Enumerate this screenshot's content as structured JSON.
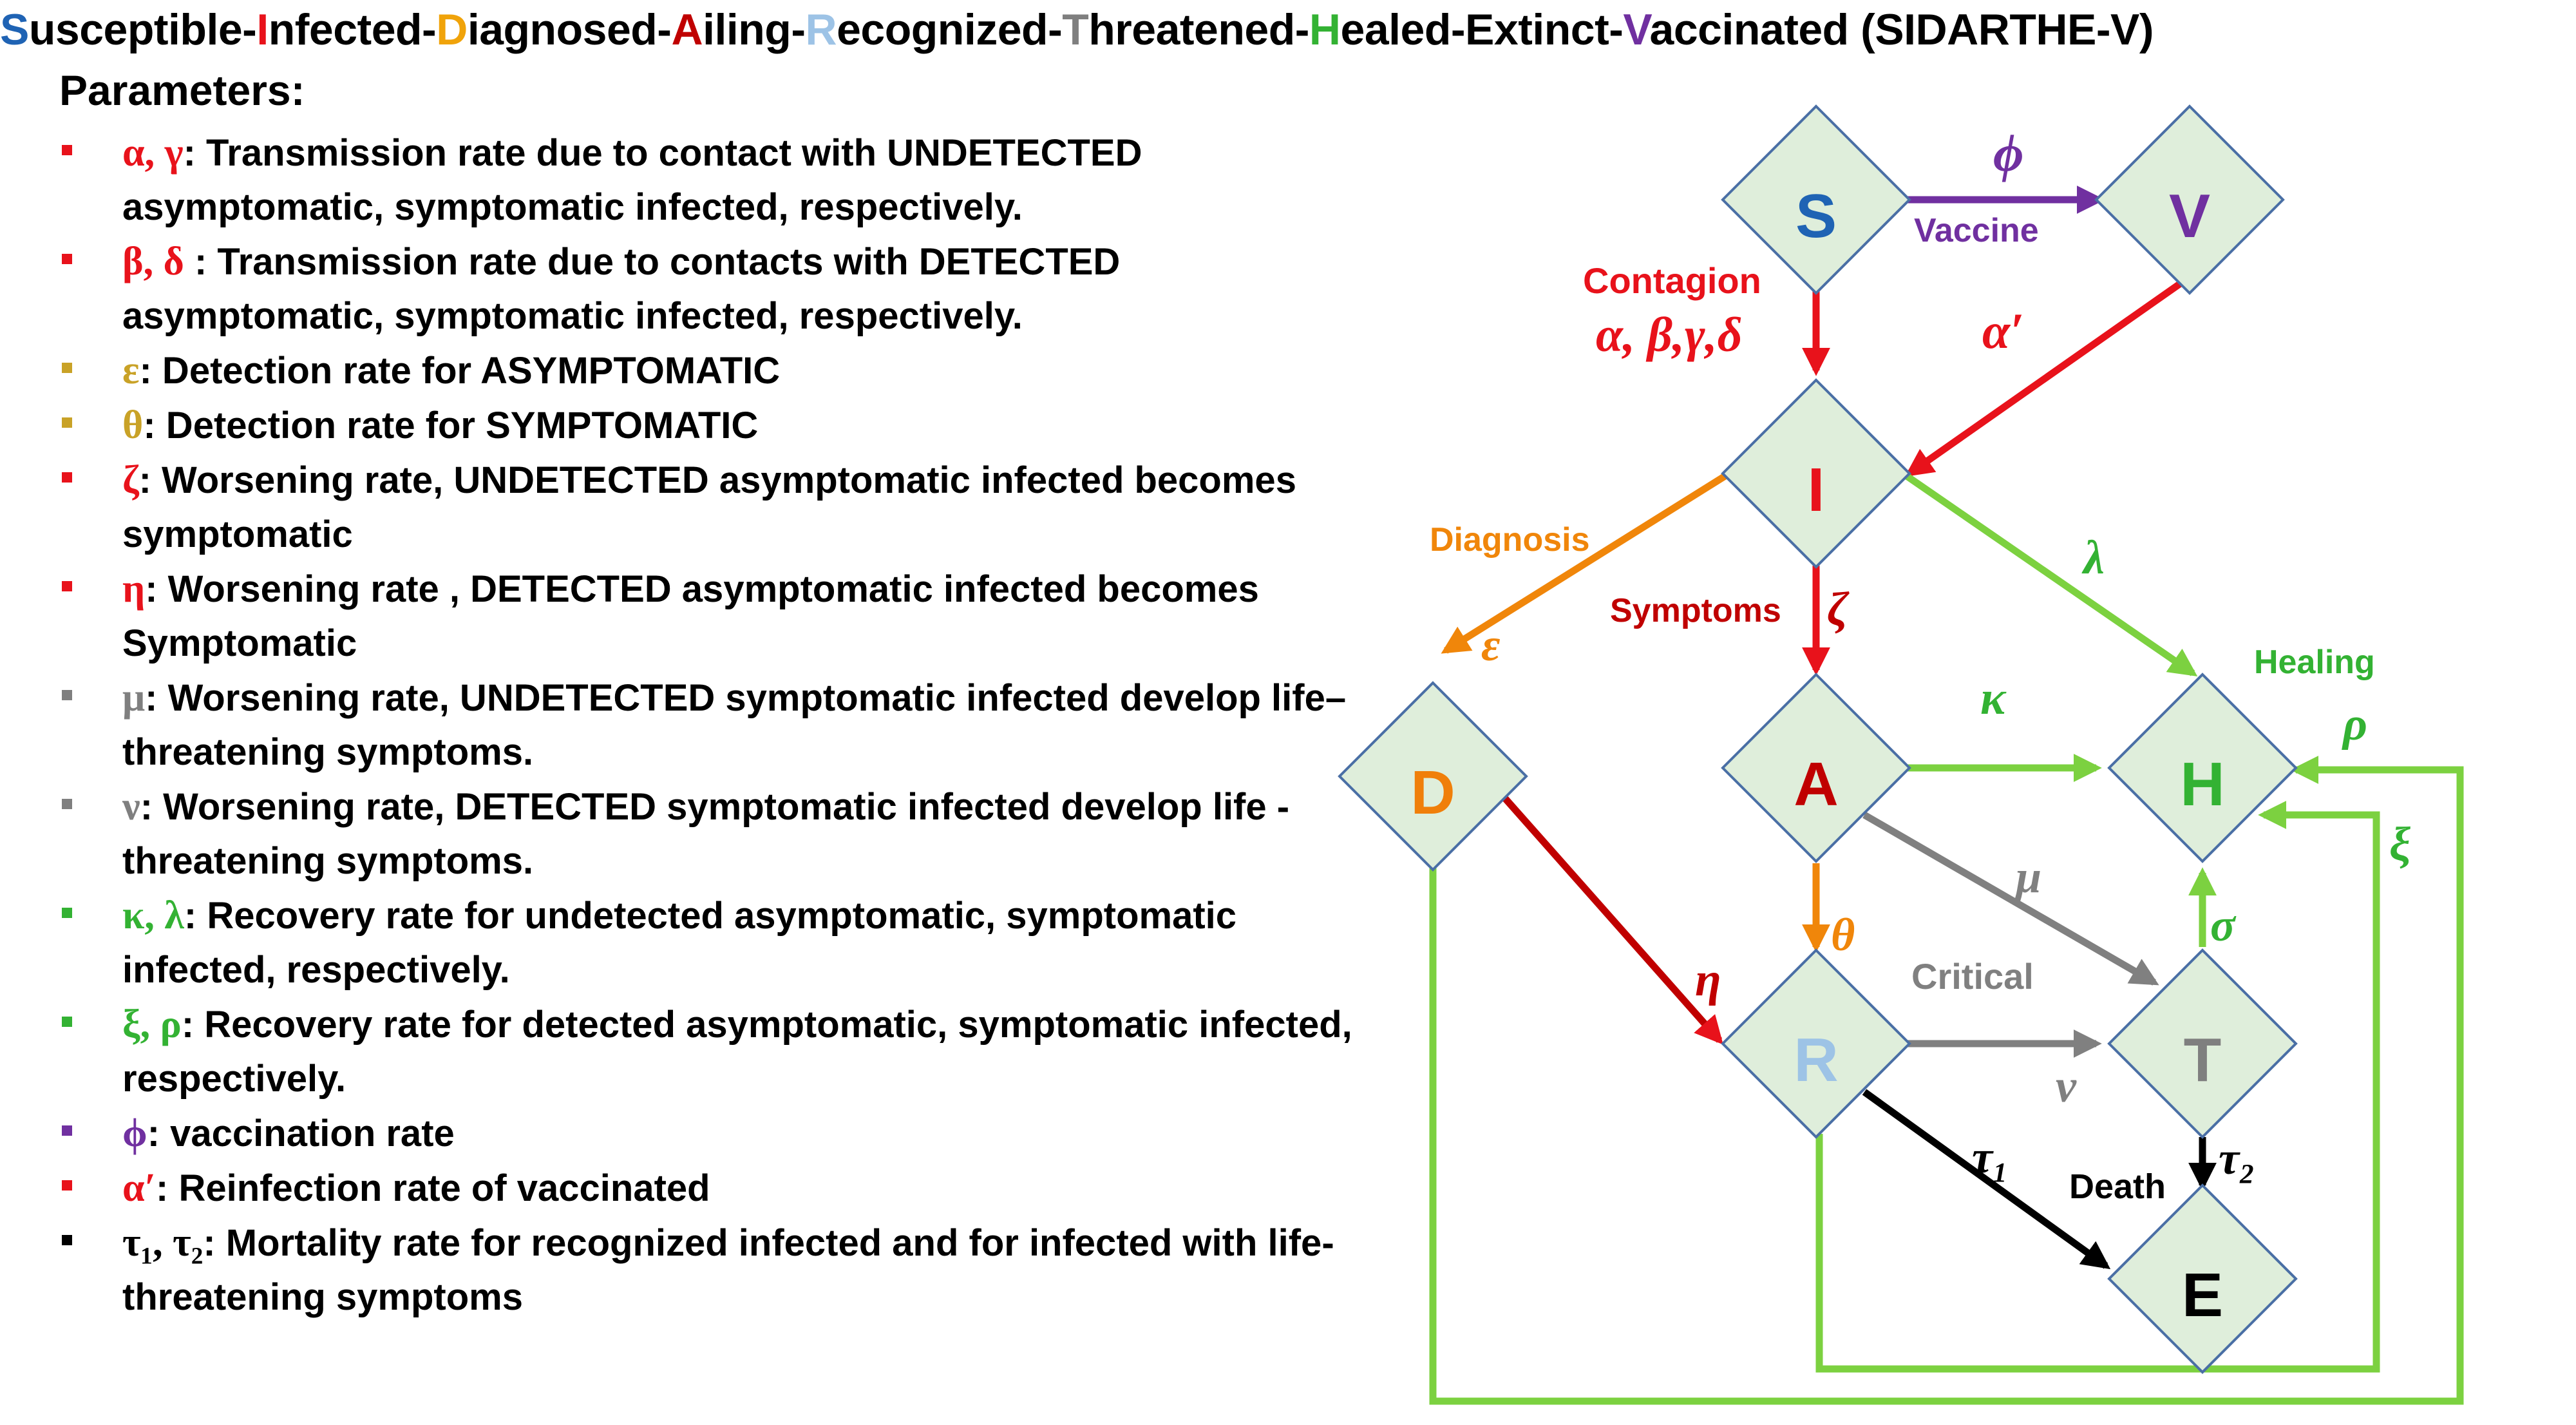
{
  "title": {
    "parts": [
      {
        "text": "S",
        "color": "#1f63b4"
      },
      {
        "text": "usceptible-",
        "color": "#000000"
      },
      {
        "text": "I",
        "color": "#e8121b"
      },
      {
        "text": "nfected-",
        "color": "#000000"
      },
      {
        "text": "D",
        "color": "#f0a30a"
      },
      {
        "text": "iagnosed-",
        "color": "#000000"
      },
      {
        "text": "A",
        "color": "#c00000"
      },
      {
        "text": "iling-",
        "color": "#000000"
      },
      {
        "text": "R",
        "color": "#9dc3e6"
      },
      {
        "text": "ecognized-",
        "color": "#000000"
      },
      {
        "text": "T",
        "color": "#7f7f7f"
      },
      {
        "text": "hreatened-",
        "color": "#000000"
      },
      {
        "text": "H",
        "color": "#33b233"
      },
      {
        "text": "ealed-",
        "color": "#000000"
      },
      {
        "text": "E",
        "color": "#000000"
      },
      {
        "text": "xtinct-",
        "color": "#000000"
      },
      {
        "text": "V",
        "color": "#7030a0"
      },
      {
        "text": "accinated (SIDARTHE-V)",
        "color": "#000000"
      }
    ]
  },
  "parameters": {
    "heading": "Parameters:",
    "items": [
      {
        "symbol": "α, γ",
        "text": ": Transmission rate due to contact  with UNDETECTED asymptomatic,  symptomatic infected, respectively.",
        "color": "#e8121b"
      },
      {
        "symbol": "β, δ",
        "text": " : Transmission rate due to contacts with DETECTED asymptomatic, symptomatic infected, respectively.",
        "color": "#e8121b"
      },
      {
        "symbol": "ε",
        "text": ": Detection rate for ASYMPTOMATIC",
        "color": "#c9a227"
      },
      {
        "symbol": "θ",
        "text": ": Detection rate for SYMPTOMATIC",
        "color": "#c9a227"
      },
      {
        "symbol": "ζ",
        "text": ": Worsening rate, UNDETECTED asymptomatic infected becomes symptomatic",
        "color": "#e8121b"
      },
      {
        "symbol": "η",
        "text": ": Worsening rate , DETECTED asymptomatic infected becomes Symptomatic",
        "color": "#e8121b"
      },
      {
        "symbol": "μ",
        "text": ": Worsening rate, UNDETECTED symptomatic infected develop life–threatening symptoms.",
        "color": "#7f7f7f"
      },
      {
        "symbol": "ν",
        "text": ": Worsening rate, DETECTED symptomatic infected develop life - threatening symptoms.",
        "color": "#7f7f7f"
      },
      {
        "symbol": "κ, λ",
        "text": ": Recovery rate for undetected asymptomatic, symptomatic infected, respectively.",
        "color": "#33b233"
      },
      {
        "symbol": "ξ, ρ",
        "text": ": Recovery rate for detected asymptomatic, symptomatic infected, respectively.",
        "color": "#33b233"
      },
      {
        "symbol": "ϕ",
        "text": ":  vaccination rate",
        "color": "#7030a0"
      },
      {
        "symbol": "α′",
        "text": ": Reinfection rate of vaccinated",
        "color": "#e8121b"
      },
      {
        "symbol": "τ₁, τ₂",
        "text": ": Mortality rate for recognized infected and for infected with life-threatening symptoms",
        "color": "#000000"
      }
    ]
  },
  "diagram": {
    "nodes": {
      "S": {
        "label": "S",
        "color": "#1f63b4"
      },
      "V": {
        "label": "V",
        "color": "#7030a0"
      },
      "I": {
        "label": "I",
        "color": "#e8121b"
      },
      "D": {
        "label": "D",
        "color": "#f07f0a"
      },
      "A": {
        "label": "A",
        "color": "#c00000"
      },
      "H": {
        "label": "H",
        "color": "#33b233"
      },
      "R": {
        "label": "R",
        "color": "#9dc3e6"
      },
      "T": {
        "label": "T",
        "color": "#7f7f7f"
      },
      "E": {
        "label": "E",
        "color": "#000000"
      }
    },
    "labels": {
      "phi": "ϕ",
      "vaccine": "Vaccine",
      "contagion": "Contagion",
      "contagion_rates": "α, β,γ,δ",
      "alpha_prime": "α′",
      "diagnosis": "Diagnosis",
      "epsilon": "ε",
      "symptoms": "Symptoms",
      "zeta": "ζ",
      "lambda": "λ",
      "healing": "Healing",
      "kappa": "κ",
      "rho": "ρ",
      "xi": "ξ",
      "mu": "μ",
      "theta": "θ",
      "critical": "Critical",
      "sigma": "σ",
      "eta": "η",
      "nu": "ν",
      "tau1": "τ₁",
      "tau2": "τ₂",
      "death": "Death"
    },
    "colors": {
      "node_fill": "#dfeedb",
      "node_stroke": "#4a6fa5",
      "contagion": "#e8121b",
      "vaccine": "#7030a0",
      "diagnosis": "#f0860a",
      "healing": "#7cd140",
      "critical": "#808080",
      "death": "#000000"
    }
  }
}
